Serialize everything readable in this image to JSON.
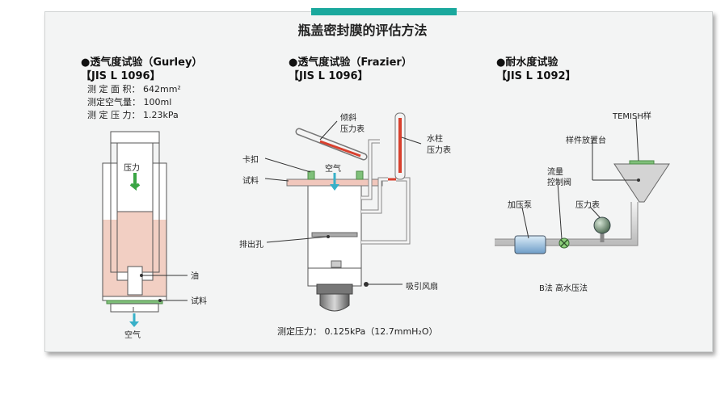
{
  "title": "瓶盖密封膜的评估方法",
  "gurley": {
    "heading": "●透气度试验（Gurley）",
    "standard": "【JIS L 1096】",
    "spec1": "测 定 面 积： 642mm²",
    "spec2": "测定空气量： 100ml",
    "spec3": "测 定 压 力： 1.23kPa",
    "pressure_label": "压力",
    "oil_label": "油",
    "sample_label": "试料",
    "air_label": "空气"
  },
  "frazier": {
    "heading": "●透气度试验（Frazier）",
    "standard": "【JIS L 1096】",
    "incline_gauge": [
      "倾斜",
      "压力表"
    ],
    "water_gauge": [
      "水柱",
      "压力表"
    ],
    "clamp_label": "卡扣",
    "air_label": "空气",
    "sample_label": "试料",
    "exhaust_label": "排出孔",
    "fan_label": "吸引风扇",
    "measure_pressure": "测定压力： 0.125kPa（12.7mmH₂O）"
  },
  "water": {
    "heading": "●耐水度试验",
    "standard": "【JIS L 1092】",
    "temish_label": "TEMISH样",
    "stage_label": "样件放置台",
    "flow_valve": [
      "流量",
      "控制阀"
    ],
    "pump_label": "加压泵",
    "gauge_label": "压力表",
    "method_label": "B法 高水压法"
  },
  "colors": {
    "accent": "#1aa89d",
    "oil": "#f2cfc3",
    "sample": "#7fc07a",
    "air_arrow": "#38b0c8",
    "pressure_arrow": "#3aa544"
  }
}
